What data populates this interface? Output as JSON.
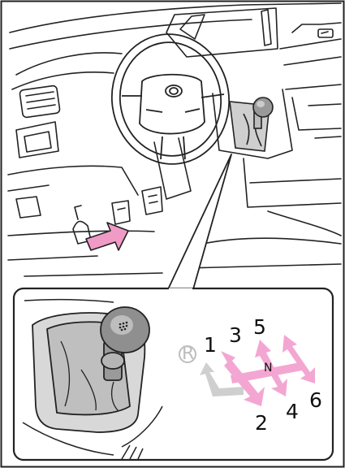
{
  "shift_pattern": {
    "gears": {
      "reverse": "R",
      "first": "1",
      "second": "2",
      "third": "3",
      "fourth": "4",
      "fifth": "5",
      "sixth": "6",
      "neutral": "N"
    }
  },
  "colors": {
    "pink_arrows": "#f4a6d2",
    "gray_reverse_arrow": "#cfcfcf",
    "red_pointer_arrow": "#f09ac6",
    "shift_boot_fill": "#d8d8d8",
    "line_art": "#222222"
  },
  "icons": [
    "shift-pattern-badge-icon",
    "pointer-arrow-icon"
  ]
}
